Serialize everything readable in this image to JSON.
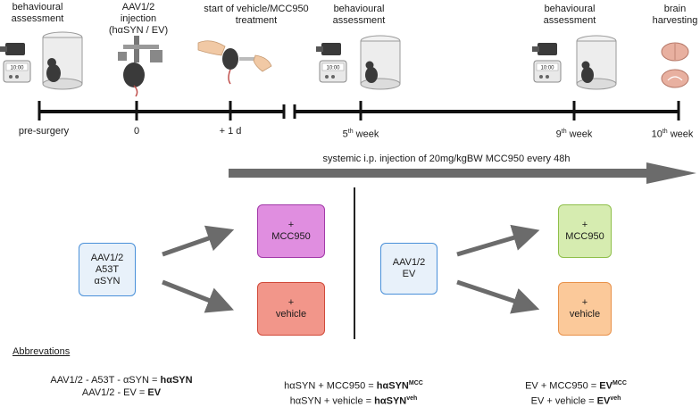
{
  "timeline": {
    "top_labels": {
      "behav1": "behavioural assessment",
      "inject": "AAV1/2 injection (hαSYN / EV)",
      "treatment": "start of vehicle/MCC950 treatment",
      "behav2": "behavioural assessment",
      "behav3": "behavioural assessment",
      "harvest": "brain harvesting"
    },
    "ticks": {
      "pre": "pre-surgery",
      "zero": "0",
      "plus1": "+ 1 d",
      "w5_num": "5",
      "w5_sup": "th",
      "w5_word": " week",
      "w9_num": "9",
      "w9_sup": "th",
      "w9_word": " week",
      "w10_num": "10",
      "w10_sup": "th",
      "w10_word": " week"
    },
    "clock_text": "10:00"
  },
  "treatment_arrow_label": "systemic i.p. injection of 20mg/kgBW MCC950 every 48h",
  "groups": {
    "left_source": [
      "AAV1/2",
      "A53T",
      "αSYN"
    ],
    "left_top": [
      "+",
      "MCC950"
    ],
    "left_bottom": [
      "+",
      "vehicle"
    ],
    "right_source": [
      "AAV1/2",
      "EV"
    ],
    "right_top": [
      "+",
      "MCC950"
    ],
    "right_bottom": [
      "+",
      "vehicle"
    ]
  },
  "abbreviations": {
    "title": "Abbrevations",
    "col1": [
      {
        "text": "AAV1/2 - A53T - αSYN = ",
        "bold": "hαSYN",
        "sup": ""
      },
      {
        "text": "AAV1/2 - EV = ",
        "bold": "EV",
        "sup": ""
      }
    ],
    "col2": [
      {
        "text": "hαSYN + MCC950 = ",
        "bold": "hαSYN",
        "sup": "MCC"
      },
      {
        "text": "hαSYN + vehicle = ",
        "bold": "hαSYN",
        "sup": "veh"
      }
    ],
    "col3": [
      {
        "text": "EV + MCC950 = ",
        "bold": "EV",
        "sup": "MCC"
      },
      {
        "text": "EV + vehicle = ",
        "bold": "EV",
        "sup": "veh"
      }
    ]
  },
  "colors": {
    "source_fill": "#e8f1fa",
    "source_border": "#4a90d9",
    "mcc_left_fill": "#e08ee0",
    "mcc_left_border": "#a23aa8",
    "veh_left_fill": "#f2968a",
    "veh_left_border": "#d04a3a",
    "mcc_right_fill": "#d6ecb0",
    "mcc_right_border": "#8fbf4a",
    "veh_right_fill": "#fbc99a",
    "veh_right_border": "#e8914a",
    "arrow": "#6b6b6b"
  }
}
